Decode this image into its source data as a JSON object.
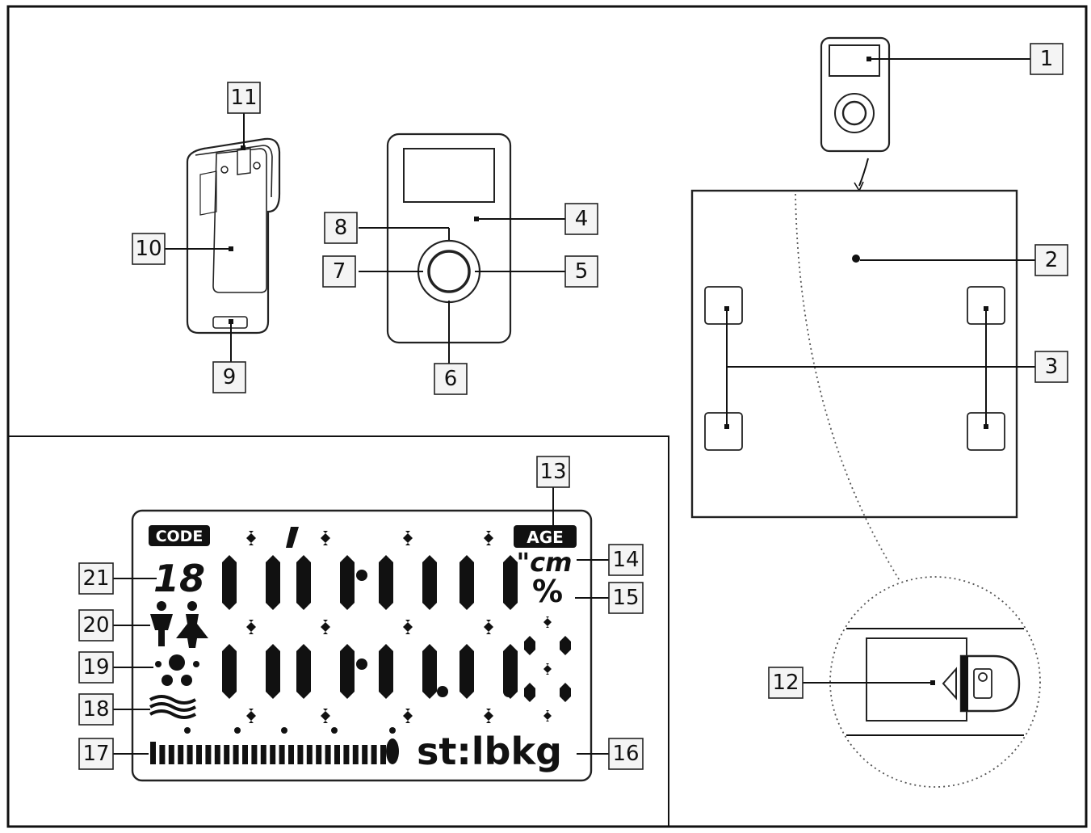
{
  "callouts": {
    "c1": "1",
    "c2": "2",
    "c3": "3",
    "c4": "4",
    "c5": "5",
    "c6": "6",
    "c7": "7",
    "c8": "8",
    "c9": "9",
    "c10": "10",
    "c11": "11",
    "c12": "12",
    "c13": "13",
    "c14": "14",
    "c15": "15",
    "c16": "16",
    "c17": "17",
    "c18": "18",
    "c19": "19",
    "c20": "20",
    "c21": "21"
  },
  "lcd": {
    "code_label": "CODE",
    "age_label": "AGE",
    "user_number": "18",
    "height_unit": "\"cm",
    "percent": "%",
    "weight_units": "st:lbkg",
    "big_digits": "8'88.8.8"
  },
  "colors": {
    "ink": "#111111",
    "box_fill": "#f4f4f4"
  }
}
